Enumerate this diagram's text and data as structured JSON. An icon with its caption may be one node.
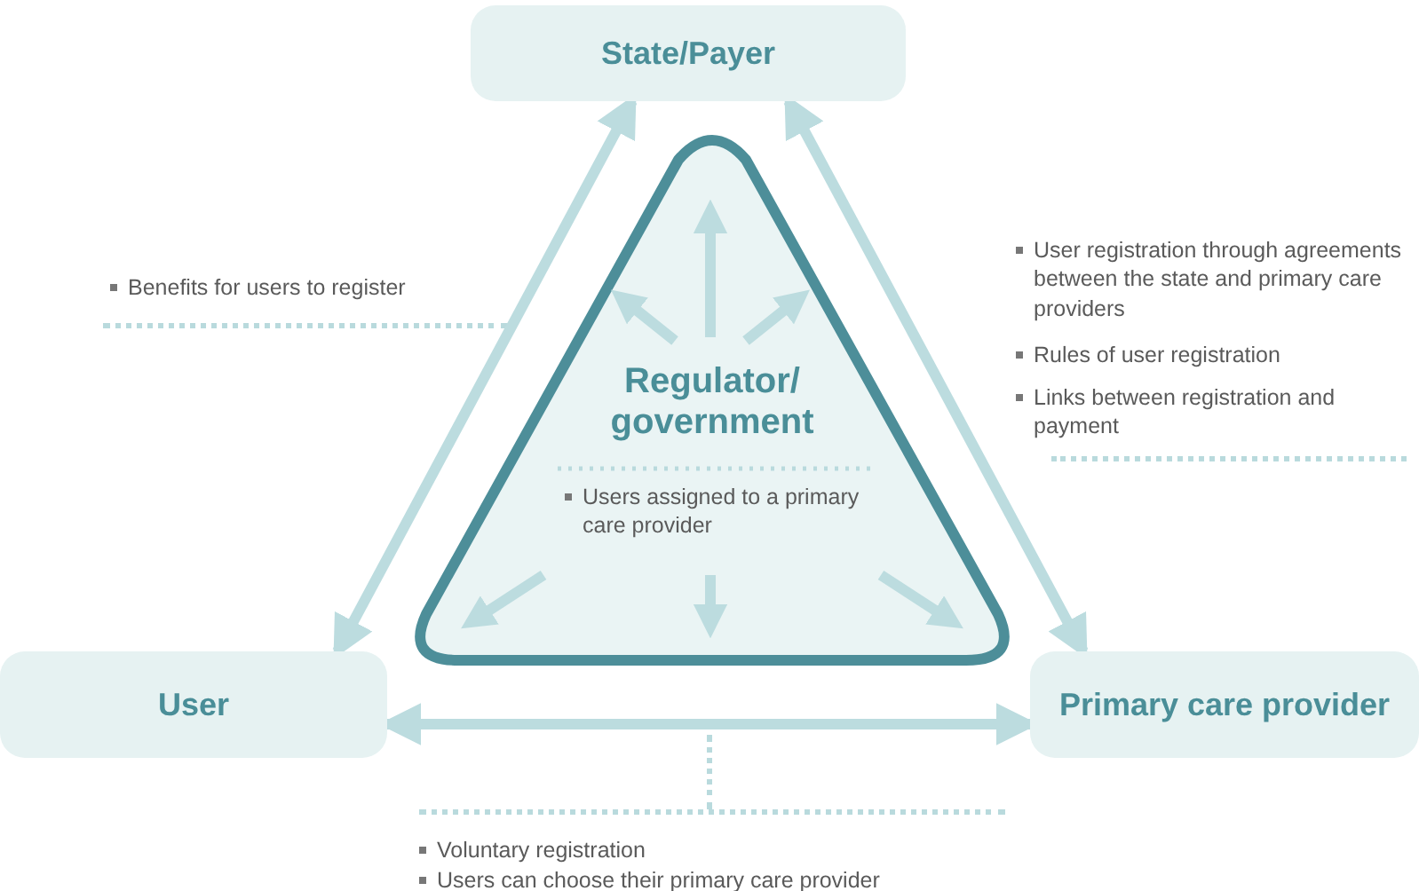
{
  "diagram": {
    "nodes": [
      {
        "text": [
          "State/Payer"
        ]
      },
      {
        "text": [
          "Regulator/ government",
          "Users assigned to a primary care provider"
        ]
      },
      {
        "text": [
          "User"
        ]
      },
      {
        "text": [
          "Primary care provider"
        ]
      }
    ],
    "edges": [
      {
        "from": 2,
        "to": 0,
        "arrow": "both"
      },
      {
        "from": 0,
        "to": 3,
        "arrow": "both"
      },
      {
        "from": 2,
        "to": 3,
        "arrow": "both"
      }
    ],
    "labels": [
      "Benefits for users to register",
      "User registration through agreements between the state and primary care providers",
      "Rules of user registration",
      "Links between registration and payment",
      "Voluntary registration",
      "Users can choose their primary care provider"
    ]
  }
}
